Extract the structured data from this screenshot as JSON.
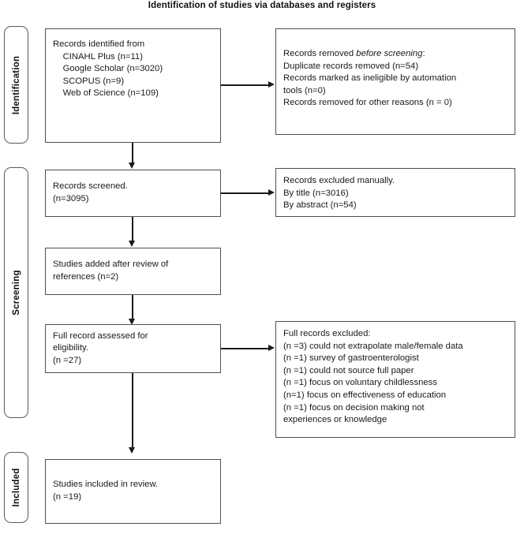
{
  "diagram": {
    "title": "Identification of studies via databases and registers",
    "type": "prisma-flow-diagram",
    "stages": [
      {
        "id": "identification",
        "label": "Identification"
      },
      {
        "id": "screening",
        "label": "Screening"
      },
      {
        "id": "included",
        "label": "Included"
      }
    ],
    "boxes": {
      "records_identified": {
        "heading": "Records identified from",
        "sources": [
          {
            "name": "CINAHL Plus",
            "count_label": "(n=11)",
            "count": 11
          },
          {
            "name": "Google Scholar",
            "count_label": "(n=3020)",
            "count": 3020
          },
          {
            "name": "SCOPUS",
            "count_label": "(n=9)",
            "count": 9
          },
          {
            "name": "Web of Science",
            "count_label": "(n=109)",
            "count": 109
          }
        ],
        "text": "Records identified from\n    CINAHL Plus (n=11)\n    Google Scholar (n=3020)\n    SCOPUS (n=9)\n    Web of Science (n=109)"
      },
      "records_removed_before_screening": {
        "heading_plain": "Records removed ",
        "heading_italic": "before screening",
        "heading_tail": ":",
        "lines": [
          "Duplicate records removed (n=54)",
          "Records marked as ineligible by automation tools (n=0)",
          "Records removed for other reasons (n = 0)"
        ],
        "text_after_heading": "Duplicate records removed (n=54)\nRecords marked as ineligible by automation\ntools (n=0)\nRecords removed for other reasons (n = 0)"
      },
      "records_screened": {
        "text": "Records screened.\n(n=3095)",
        "count": 3095
      },
      "records_excluded_manually": {
        "text": "Records excluded manually.\nBy title (n=3016)\nBy abstract (n=54)",
        "lines": [
          "Records excluded manually.",
          "By title (n=3016)",
          "By abstract (n=54)"
        ]
      },
      "studies_added": {
        "text": "Studies added after review of\nreferences (n=2)",
        "count": 2
      },
      "full_record_assessed": {
        "text": "Full record assessed for\neligibility.\n(n =27)",
        "count": 27
      },
      "full_records_excluded": {
        "text": "Full records excluded:\n(n =3) could not extrapolate male/female data\n(n =1) survey of gastroenterologist\n(n =1) could not source full paper\n(n =1) focus on voluntary childlessness\n(n=1) focus on effectiveness of education\n(n =1) focus on decision making not\nexperiences or knowledge",
        "lines": [
          "Full records excluded:",
          "(n =3) could not extrapolate male/female data",
          "(n =1) survey of gastroenterologist",
          "(n =1) could not source full paper",
          "(n =1) focus on voluntary childlessness",
          "(n=1) focus on effectiveness of education",
          "(n =1) focus on decision making not experiences or knowledge"
        ]
      },
      "studies_included": {
        "text": "Studies included in review.\n(n =19)",
        "count": 19
      }
    },
    "colors": {
      "box_border": "#4f4f4f",
      "tab_border": "#5b5b5b",
      "connector": "#1a1a1a",
      "background": "#ffffff",
      "text": "#1a1a1a"
    }
  }
}
